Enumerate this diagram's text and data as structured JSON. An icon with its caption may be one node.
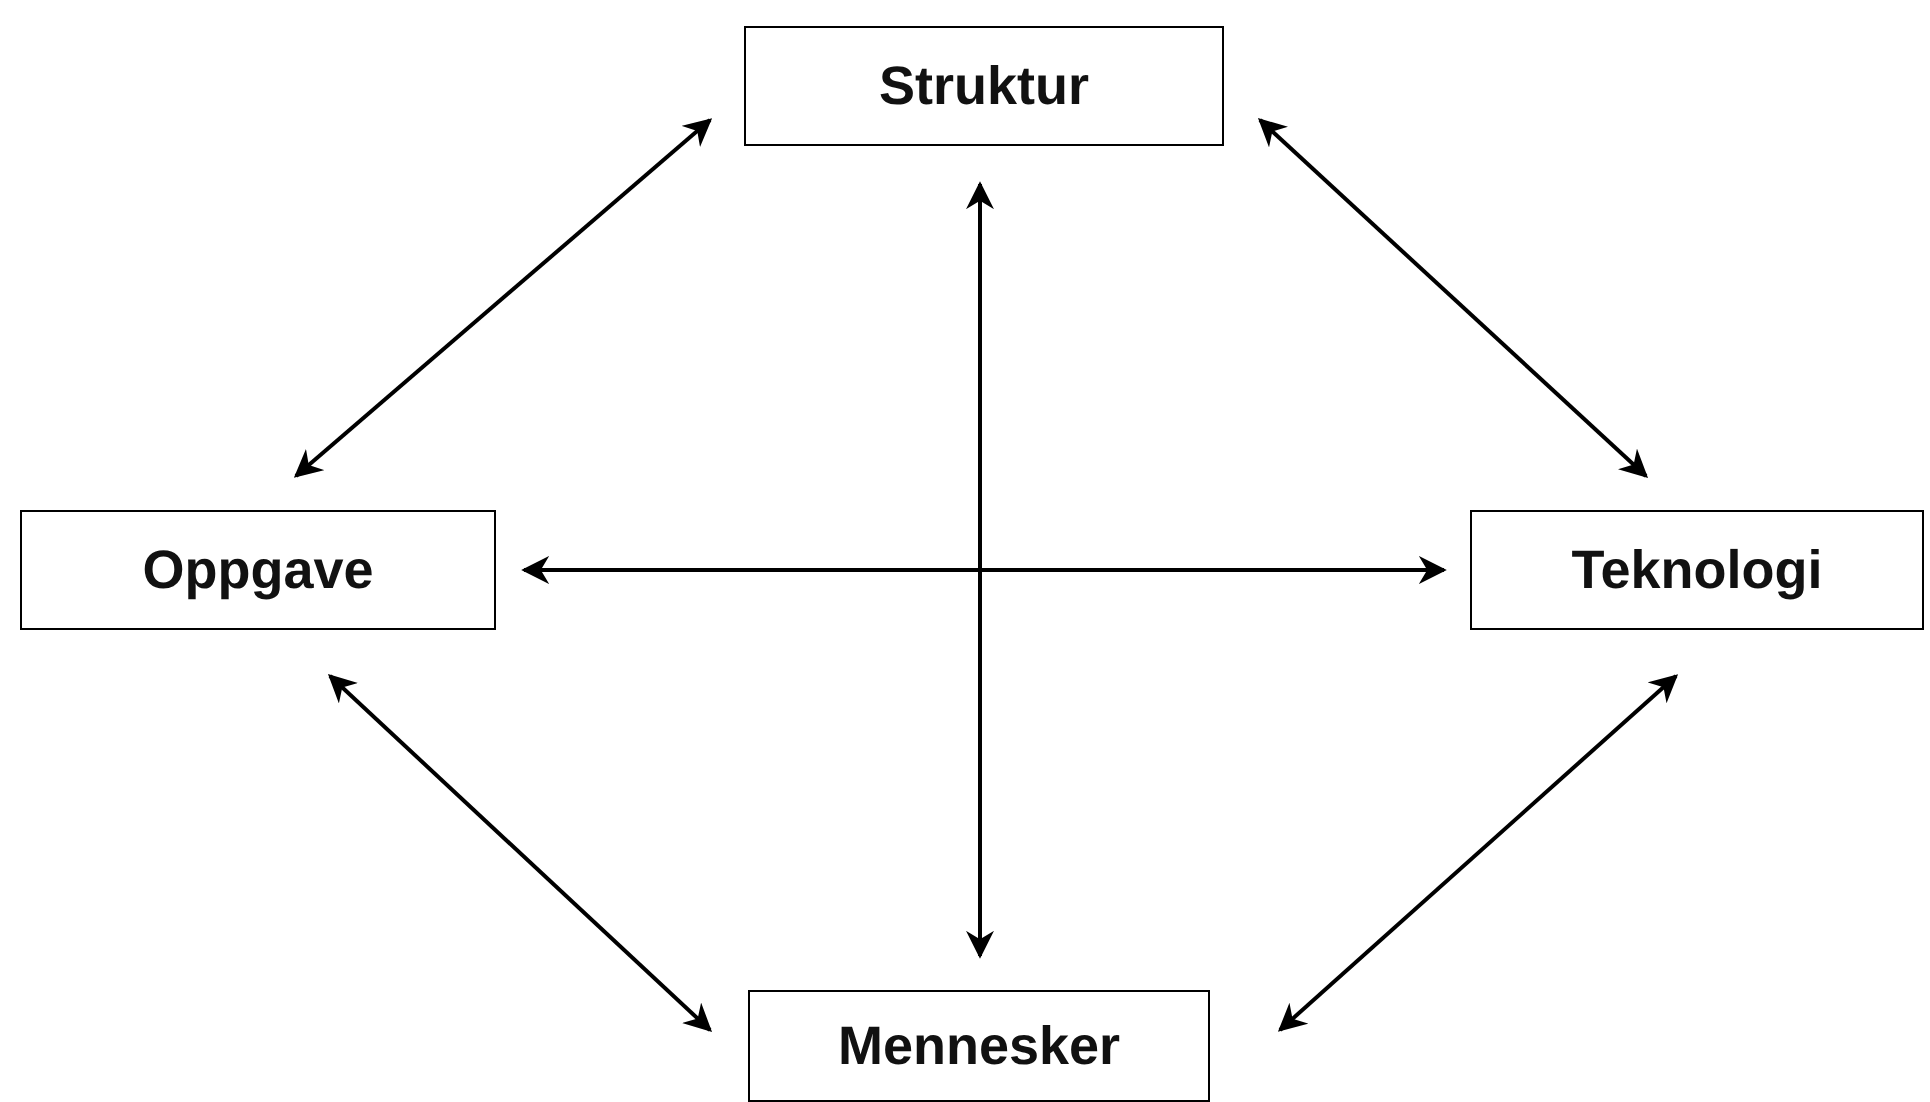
{
  "diagram": {
    "nodes": [
      {
        "text": [
          "Struktur"
        ]
      },
      {
        "text": [
          "Oppgave"
        ]
      },
      {
        "text": [
          "Teknologi"
        ]
      },
      {
        "text": [
          "Mennesker"
        ]
      }
    ],
    "edges": [
      {
        "from": 0,
        "to": 1,
        "arrow": "both"
      },
      {
        "from": 0,
        "to": 2,
        "arrow": "both"
      },
      {
        "from": 0,
        "to": 3,
        "arrow": "both"
      },
      {
        "from": 1,
        "to": 2,
        "arrow": "both"
      },
      {
        "from": 1,
        "to": 3,
        "arrow": "both"
      },
      {
        "from": 2,
        "to": 3,
        "arrow": "both"
      }
    ]
  }
}
